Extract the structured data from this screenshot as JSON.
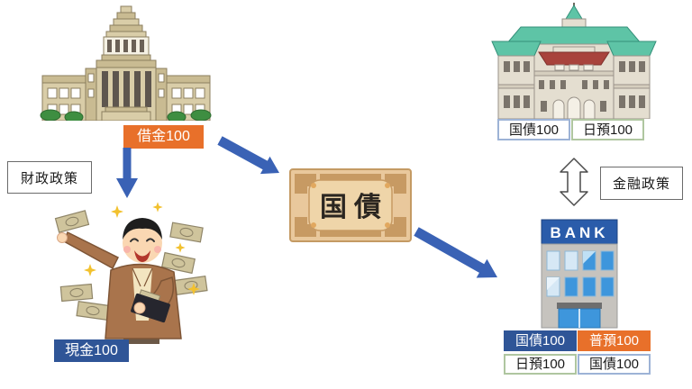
{
  "government": {
    "label": "借金100"
  },
  "policy_boxes": {
    "fiscal": "財政政策",
    "monetary": "金融政策"
  },
  "household": {
    "label": "現金100"
  },
  "bond": {
    "label": "国債"
  },
  "central_bank": {
    "labels": [
      {
        "text": "国債100"
      },
      {
        "text": "日預100"
      }
    ]
  },
  "bank": {
    "sign": "BANK",
    "row1": [
      {
        "text": "国債100"
      },
      {
        "text": "普預100"
      }
    ],
    "row2": [
      {
        "text": "日預100"
      },
      {
        "text": "国債100"
      }
    ]
  },
  "colors": {
    "label_orange": "#E8702A",
    "label_blue": "#2F5597",
    "arrow_blue": "#3A62B5",
    "outline_blue": "#9DB3D6",
    "outline_green": "#AFC6A0",
    "bank_sign_blue": "#2A5CAA",
    "bond_paper": "#E9C89C",
    "roof_green": "#5EC4A6",
    "courtyard_red": "#A8433C"
  }
}
